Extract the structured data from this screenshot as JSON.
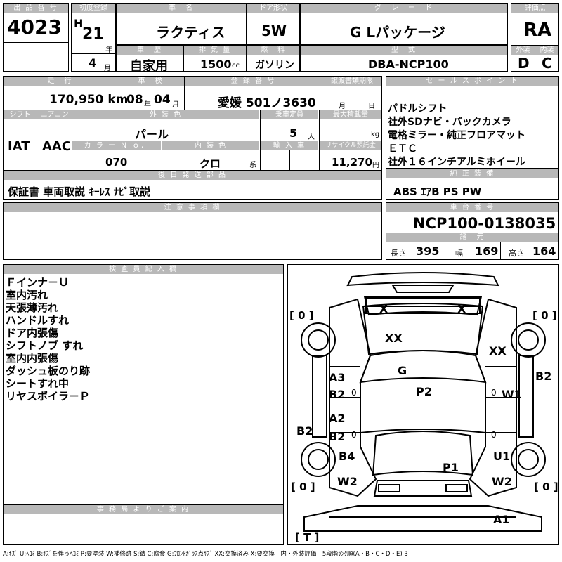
{
  "row1": {
    "lot_header": "出 品 番 号",
    "lot": "4023",
    "first_reg_header": "初度登録",
    "era": "H",
    "year": "21",
    "year_unit": "年",
    "month": "4",
    "month_unit": "月",
    "car_name_header": "車　名",
    "car_name": "ラクティス",
    "doors_header": "ドア形状",
    "doors": "5W",
    "grade_header": "グ　レ　ー　ド",
    "grade": "G Lパッケージ",
    "score_header": "評価点",
    "score": "RA",
    "history_header": "車　歴",
    "history": "自家用",
    "displacement_header": "排 気 量",
    "displacement": "1500",
    "displacement_unit": "cc",
    "fuel_header": "燃　料",
    "fuel": "ガソリン",
    "model_header": "型　式",
    "model": "DBA-NCP100",
    "exterior_header": "外装",
    "exterior": "D",
    "interior_header": "内装",
    "interior": "C"
  },
  "row2": {
    "mileage_header": "走　行",
    "mileage": "170,950 km",
    "inspection_header": "車　検",
    "inspection_year": "08",
    "inspection_year_unit": "年",
    "inspection_month": "04",
    "inspection_month_unit": "月",
    "plate_header": "登 録 番 号",
    "plate": "愛媛 501ノ3630",
    "transfer_header": "譲渡書類期限",
    "transfer_month_unit": "月",
    "transfer_day_unit": "日",
    "shift_header": "シフト",
    "shift": "IAT",
    "ac_header": "エアコン",
    "ac": "AAC",
    "color_header": "外 装 色",
    "color": "パール",
    "capacity_header": "乗車定員",
    "capacity": "5",
    "capacity_unit": "人",
    "load_header": "最大積載量",
    "load_unit": "kg",
    "color_no_header": "カ ラ ー Ｎ ｏ．",
    "color_no": "070",
    "interior_color_header": "内 装 色",
    "interior_color": "クロ",
    "interior_color_unit": "系",
    "import_header": "輸 入 車",
    "recycle_header": "リサイクル預託金",
    "recycle": "11,270",
    "recycle_unit": "円",
    "later_parts_header": "後 日 発 送 部 品",
    "later_parts": "保証書 車両取説 ｷｰﾚｽ ﾅﾋﾞ取説"
  },
  "sales": {
    "header": "セ ー ル ス ポ イ ン ト",
    "items": [
      "パドルシフト",
      "社外SDナビ・バックカメラ",
      "電格ミラー・純正フロアマット",
      "ＥＴＣ",
      "社外１６インチアルミホイール"
    ]
  },
  "genuine": {
    "header": "純 正 装 備",
    "value": "ABS ｴｱB PS PW"
  },
  "caution": {
    "header": "注 意 事 項 欄"
  },
  "chassis": {
    "header": "車 台 番 号",
    "value": "NCP100-0138035",
    "specs_header": "諸　元",
    "length_label": "長さ",
    "length": "395",
    "width_label": "幅",
    "width": "169",
    "height_label": "高さ",
    "height": "164"
  },
  "inspector": {
    "header": "検 査 員 記 入 欄",
    "notes": [
      "Ｆインナ－Ｕ",
      "室内汚れ",
      "天張薄汚れ",
      "ハンドルすれ",
      "ドア内張傷",
      "シフトノブ すれ",
      "室内内張傷",
      "ダッシュ板のり跡",
      "シートすれ中",
      "リヤスポイラ－Ｐ"
    ]
  },
  "office": {
    "header": "事 務 局 よ り ご 案 内"
  },
  "diagram": {
    "marks": {
      "ws_left": "X",
      "ws_right": "X",
      "hood": "XX",
      "front_right": "XX",
      "roof_g": "G",
      "left_a3": "A3",
      "left_b2_top": "B2",
      "p2": "P2",
      "w1": "W1",
      "right_b2": "B2",
      "left_a2": "A2",
      "left_b2_mid": "B2",
      "outer_b2": "B2",
      "b4": "B4",
      "p1": "P1",
      "u1": "U1",
      "w2_left": "W2",
      "w2_right": "W2",
      "a1": "A1"
    },
    "tires": {
      "front_left": "[ 0 ]",
      "front_right": "[ 0 ]",
      "rear_left": "[ 0 ]",
      "rear_right": "[ 0 ]",
      "trunk": "[ T ]"
    },
    "small_zero": "0"
  },
  "legend": "A:ｷｽﾞ U:ﾍｺﾐ B:ｷｽﾞを伴うﾍｺﾐ P:要塗装 W:補修跡 S:錆 C:腐食 G:ﾌﾛﾝﾄｶﾞﾗｽ点ｷｽﾞ XX:交換済み X:要交換　内・外装評価　5段階ﾗﾝｸ順(A・B・C・D・E) 3"
}
